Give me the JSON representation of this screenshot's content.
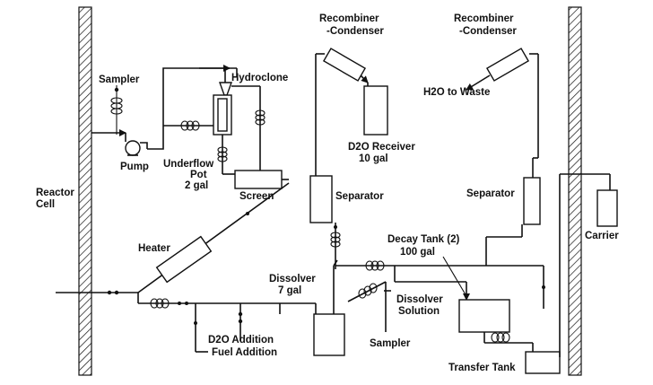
{
  "labels": {
    "sampler_top": "Sampler",
    "hydroclone": "Hydroclone",
    "pump": "Pump",
    "underflow_pot_1": "Underflow",
    "underflow_pot_2": "Pot",
    "underflow_pot_3": "2 gal",
    "screen": "Screen",
    "reactor_cell_1": "Reactor",
    "reactor_cell_2": "Cell",
    "heater": "Heater",
    "recombiner_left_1": "Recombiner",
    "recombiner_left_2": "-Condenser",
    "recombiner_right_1": "Recombiner",
    "recombiner_right_2": "-Condenser",
    "d2o_receiver_1": "D2O Receiver",
    "d2o_receiver_2": "10 gal",
    "h2o_to_waste": "H2O to Waste",
    "separator_left": "Separator",
    "separator_right": "Separator",
    "decay_tank_1": "Decay Tank (2)",
    "decay_tank_2": "100 gal",
    "carrier": "Carrier",
    "dissolver_1": "Dissolver",
    "dissolver_2": "7 gal",
    "dissolver_solution_1": "Dissolver",
    "dissolver_solution_2": "Solution",
    "sampler_bottom": "Sampler",
    "d2o_addition": "D2O Addition",
    "fuel_addition": "Fuel Addition",
    "transfer_tank": "Transfer Tank"
  }
}
